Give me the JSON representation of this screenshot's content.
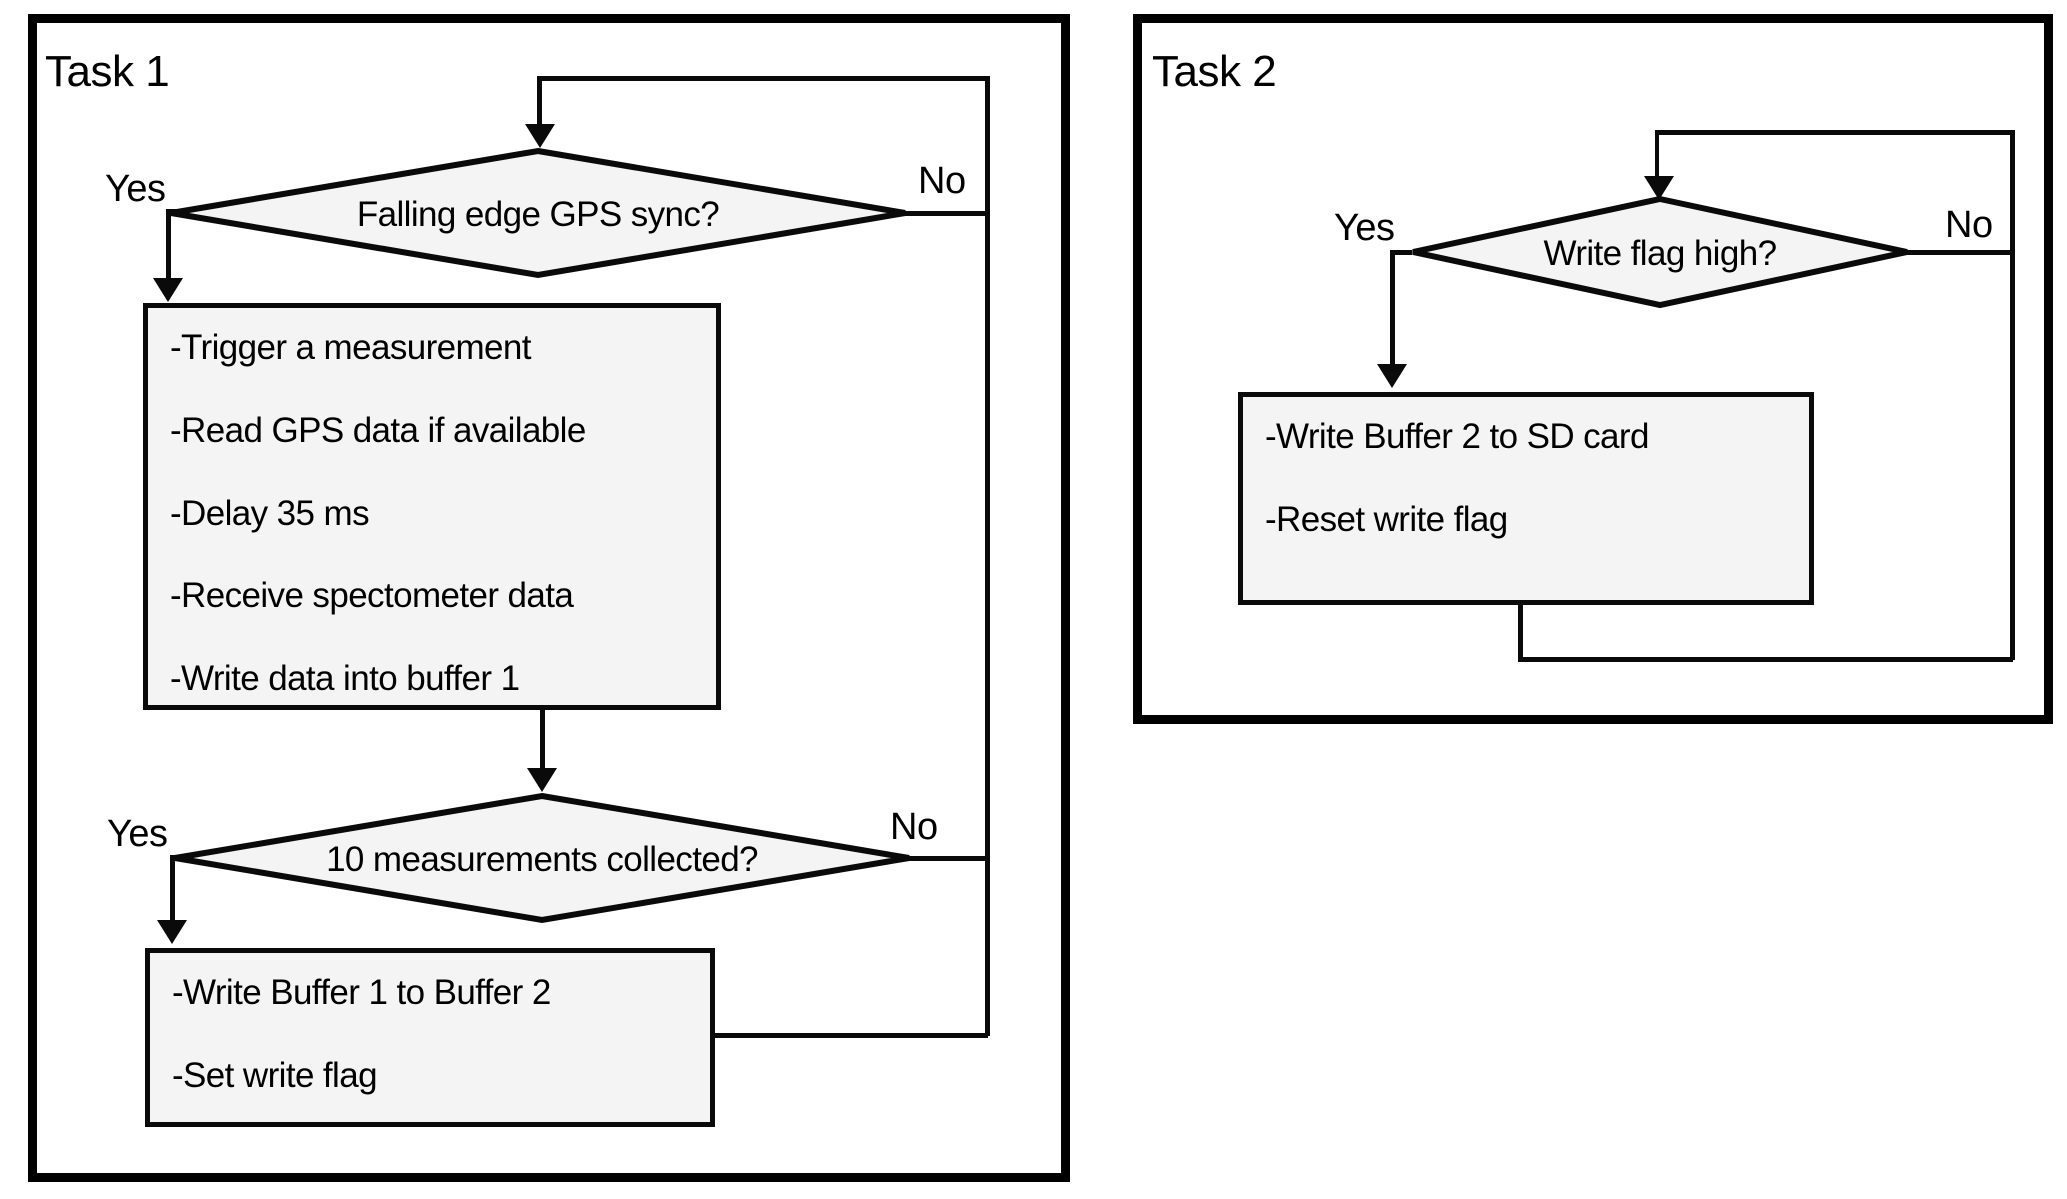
{
  "task1": {
    "title": "Task 1",
    "decision1": {
      "label": "Falling edge GPS sync?",
      "yes": "Yes",
      "no": "No"
    },
    "process1": {
      "lines": [
        "-Trigger a measurement",
        "-Read GPS data if available",
        "-Delay 35 ms",
        "-Receive spectometer data",
        "-Write data into buffer 1"
      ]
    },
    "decision2": {
      "label": "10 measurements collected?",
      "yes": "Yes",
      "no": "No"
    },
    "process2": {
      "lines": [
        "-Write Buffer 1 to Buffer 2",
        "-Set write flag"
      ]
    }
  },
  "task2": {
    "title": "Task 2",
    "decision1": {
      "label": "Write flag high?",
      "yes": "Yes",
      "no": "No"
    },
    "process1": {
      "lines": [
        "-Write Buffer 2 to SD card",
        "-Reset write flag"
      ]
    }
  },
  "colors": {
    "stroke": "#0a0a0a",
    "shape_fill": "#f4f4f4",
    "frame": "#000000",
    "background": "#ffffff"
  }
}
